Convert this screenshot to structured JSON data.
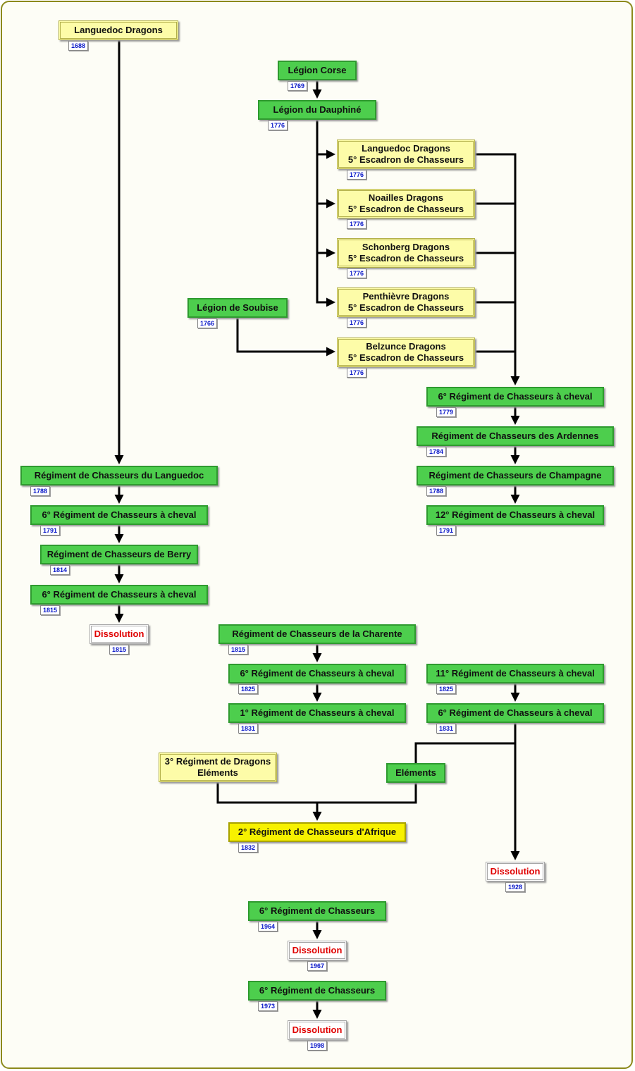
{
  "colors": {
    "green": "#4dce4d",
    "pale_yellow": "#fdfca8",
    "yellow": "#f7f100",
    "dissolution_text": "#e00000",
    "year_text": "#0a18c8",
    "frame": "#8c8a1c"
  },
  "nodes": [
    {
      "id": "languedoc_dragons",
      "style": "pale",
      "lines": [
        "Languedoc Dragons"
      ],
      "year": "1688"
    },
    {
      "id": "legion_corse",
      "style": "green",
      "lines": [
        "Légion Corse"
      ],
      "year": "1769"
    },
    {
      "id": "legion_dauphine",
      "style": "green",
      "lines": [
        "Légion du Dauphiné"
      ],
      "year": "1776"
    },
    {
      "id": "languedoc_esc",
      "style": "pale",
      "lines": [
        "Languedoc Dragons",
        "5° Escadron de Chasseurs"
      ],
      "year": "1776"
    },
    {
      "id": "noailles_esc",
      "style": "pale",
      "lines": [
        "Noailles Dragons",
        "5° Escadron de Chasseurs"
      ],
      "year": "1776"
    },
    {
      "id": "schonberg_esc",
      "style": "pale",
      "lines": [
        "Schonberg Dragons",
        "5° Escadron de Chasseurs"
      ],
      "year": "1776"
    },
    {
      "id": "penthievre_esc",
      "style": "pale",
      "lines": [
        "Penthièvre Dragons",
        "5° Escadron de Chasseurs"
      ],
      "year": "1776"
    },
    {
      "id": "legion_soubise",
      "style": "green",
      "lines": [
        "Légion de Soubise"
      ],
      "year": "1766"
    },
    {
      "id": "belzunce_esc",
      "style": "pale",
      "lines": [
        "Belzunce Dragons",
        "5° Escadron de Chasseurs"
      ],
      "year": "1776"
    },
    {
      "id": "r6_1779",
      "style": "green",
      "lines": [
        "6° Régiment de Chasseurs à cheval"
      ],
      "year": "1779"
    },
    {
      "id": "ardennes",
      "style": "green",
      "lines": [
        "Régiment de Chasseurs des Ardennes"
      ],
      "year": "1784"
    },
    {
      "id": "champagne",
      "style": "green",
      "lines": [
        "Régiment de Chasseurs de Champagne"
      ],
      "year": "1788"
    },
    {
      "id": "r12_1791",
      "style": "green",
      "lines": [
        "12° Régiment de Chasseurs à cheval"
      ],
      "year": "1791"
    },
    {
      "id": "languedoc_rc",
      "style": "green",
      "lines": [
        "Régiment de Chasseurs du Languedoc"
      ],
      "year": "1788"
    },
    {
      "id": "r6_1791",
      "style": "green",
      "lines": [
        "6° Régiment de Chasseurs à cheval"
      ],
      "year": "1791"
    },
    {
      "id": "berry",
      "style": "green",
      "lines": [
        "Régiment de Chasseurs de Berry"
      ],
      "year": "1814"
    },
    {
      "id": "r6_1815",
      "style": "green",
      "lines": [
        "6° Régiment de Chasseurs à cheval"
      ],
      "year": "1815"
    },
    {
      "id": "diss_1815",
      "style": "white",
      "lines": [
        "Dissolution"
      ],
      "year": "1815"
    },
    {
      "id": "charente",
      "style": "green",
      "lines": [
        "Régiment de Chasseurs de la Charente"
      ],
      "year": "1815"
    },
    {
      "id": "r6_1825",
      "style": "green",
      "lines": [
        "6° Régiment de Chasseurs à cheval"
      ],
      "year": "1825"
    },
    {
      "id": "r1_1831",
      "style": "green",
      "lines": [
        "1° Régiment de Chasseurs à cheval"
      ],
      "year": "1831"
    },
    {
      "id": "r11_1825",
      "style": "green",
      "lines": [
        "11° Régiment de Chasseurs à cheval"
      ],
      "year": "1825"
    },
    {
      "id": "r6_1831",
      "style": "green",
      "lines": [
        "6° Régiment de Chasseurs à cheval"
      ],
      "year": "1831"
    },
    {
      "id": "dragons3",
      "style": "pale",
      "lines": [
        "3° Régiment de Dragons",
        "Eléments"
      ],
      "year": ""
    },
    {
      "id": "elements",
      "style": "green",
      "lines": [
        "Eléments"
      ],
      "year": ""
    },
    {
      "id": "afrique",
      "style": "yellow",
      "lines": [
        "2° Régiment de Chasseurs d'Afrique"
      ],
      "year": "1832"
    },
    {
      "id": "diss_1928",
      "style": "white",
      "lines": [
        "Dissolution"
      ],
      "year": "1928"
    },
    {
      "id": "r6c_1964",
      "style": "green",
      "lines": [
        "6° Régiment de Chasseurs"
      ],
      "year": "1964"
    },
    {
      "id": "diss_1967",
      "style": "white",
      "lines": [
        "Dissolution"
      ],
      "year": "1967"
    },
    {
      "id": "r6c_1973",
      "style": "green",
      "lines": [
        "6° Régiment de Chasseurs"
      ],
      "year": "1973"
    },
    {
      "id": "diss_1998",
      "style": "white",
      "lines": [
        "Dissolution"
      ],
      "year": "1998"
    }
  ],
  "connections": [
    {
      "from": "languedoc_dragons",
      "to": "languedoc_rc"
    },
    {
      "from": "legion_corse",
      "to": "legion_dauphine"
    },
    {
      "from": "legion_dauphine",
      "to": "languedoc_esc"
    },
    {
      "from": "legion_dauphine",
      "to": "noailles_esc"
    },
    {
      "from": "legion_dauphine",
      "to": "schonberg_esc"
    },
    {
      "from": "legion_dauphine",
      "to": "penthievre_esc"
    },
    {
      "from": "legion_soubise",
      "to": "belzunce_esc"
    },
    {
      "from": "languedoc_esc",
      "to": "r6_1779"
    },
    {
      "from": "noailles_esc",
      "to": "r6_1779"
    },
    {
      "from": "schonberg_esc",
      "to": "r6_1779"
    },
    {
      "from": "penthievre_esc",
      "to": "r6_1779"
    },
    {
      "from": "belzunce_esc",
      "to": "r6_1779"
    },
    {
      "from": "r6_1779",
      "to": "ardennes"
    },
    {
      "from": "ardennes",
      "to": "champagne"
    },
    {
      "from": "champagne",
      "to": "r12_1791"
    },
    {
      "from": "languedoc_rc",
      "to": "r6_1791"
    },
    {
      "from": "r6_1791",
      "to": "berry"
    },
    {
      "from": "berry",
      "to": "r6_1815"
    },
    {
      "from": "r6_1815",
      "to": "diss_1815"
    },
    {
      "from": "charente",
      "to": "r6_1825"
    },
    {
      "from": "r6_1825",
      "to": "r1_1831"
    },
    {
      "from": "r11_1825",
      "to": "r6_1831"
    },
    {
      "from": "r6_1831",
      "to": "elements"
    },
    {
      "from": "r6_1831",
      "to": "diss_1928"
    },
    {
      "from": "dragons3",
      "to": "afrique"
    },
    {
      "from": "elements",
      "to": "afrique"
    },
    {
      "from": "r6c_1964",
      "to": "diss_1967"
    },
    {
      "from": "r6c_1973",
      "to": "diss_1998"
    }
  ]
}
